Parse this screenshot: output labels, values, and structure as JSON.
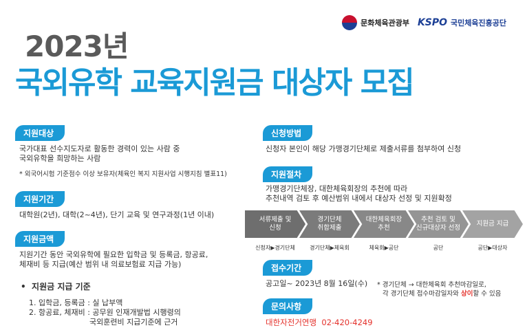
{
  "header": {
    "year": "2023년",
    "title": "국외유학 교육지원금 대상자 모집",
    "logo_mcst": "문화체육관광부",
    "logo_kspo_mark": "KSPO",
    "logo_kspo_name": "국민체육진흥공단"
  },
  "eligibility": {
    "badge": "지원대상",
    "line1": "국가대표 선수지도자로  활동한 경력이 있는 사람 중",
    "line2": "국외유학을 희망하는 사람",
    "note": "* 외국어시험 기준점수 이상 보유자(체육인 복지 지원사업 시행지침 별표11)"
  },
  "period": {
    "badge": "지원기간",
    "text": "대학원(2년), 대학(2~4년),  단기 교육 및 연구과정(1년 이내)"
  },
  "amount": {
    "badge": "지원금액",
    "line1": "지원기간 동안 국외유학에 필요한 입학금 및 등록금, 항공료,",
    "line2": "체재비 등 지급(예산 범위 내 의료보험료 지급 가능)"
  },
  "criteria": {
    "heading": "지원금 지급 기준",
    "item1": "1. 입학금, 등록금 : 실 납부액",
    "item2": "2. 항공료, 체재비 : 공무원 인재개발법 시행령의",
    "item2_cont": "국외훈련비 지급기준에 근거"
  },
  "method": {
    "badge": "신청방법",
    "text": "신청자 본인이 해당 가맹경기단체로 제출서류를 첨부하여 신청"
  },
  "procedure": {
    "badge": "지원절차",
    "line1": "가맹경기단체장,  대한체육회장의 추천에 따라",
    "line2": "추천내역 검토 후 예산범위 내에서 대상자 선정 및 지원확정",
    "steps": [
      {
        "label": "서류제출 및",
        "label2": "신청",
        "who": "신청자▶경기단체"
      },
      {
        "label": "경기단체",
        "label2": "취합제출",
        "who": "경기단체▶체육회"
      },
      {
        "label": "대한체육회장",
        "label2": "추천",
        "who": "체육회▶공단"
      },
      {
        "label": "추천 검토 및",
        "label2": "신규대상자  선정",
        "who": "공단"
      },
      {
        "label": "지원금 지급",
        "label2": "",
        "who": "공단▶대상자"
      }
    ],
    "step_colors": [
      "#6e6e6e",
      "#7b7b7b",
      "#888888",
      "#959595",
      "#a3a3a3"
    ]
  },
  "deadline": {
    "badge": "접수기간",
    "text": "공고일~ 2023년 8월 16일(수)",
    "note1": "* 경기단체 → 대한체육회 추천마감일로,",
    "note2_pre": "각 경기단체 접수마감일자와 ",
    "note2_red": "상이",
    "note2_post": "할 수 있음"
  },
  "contact": {
    "badge": "문의사항",
    "org": "대한자전거연맹",
    "phone": "02-420-4249"
  },
  "colors": {
    "accent": "#1b9ad6",
    "alert": "#e4312b"
  }
}
